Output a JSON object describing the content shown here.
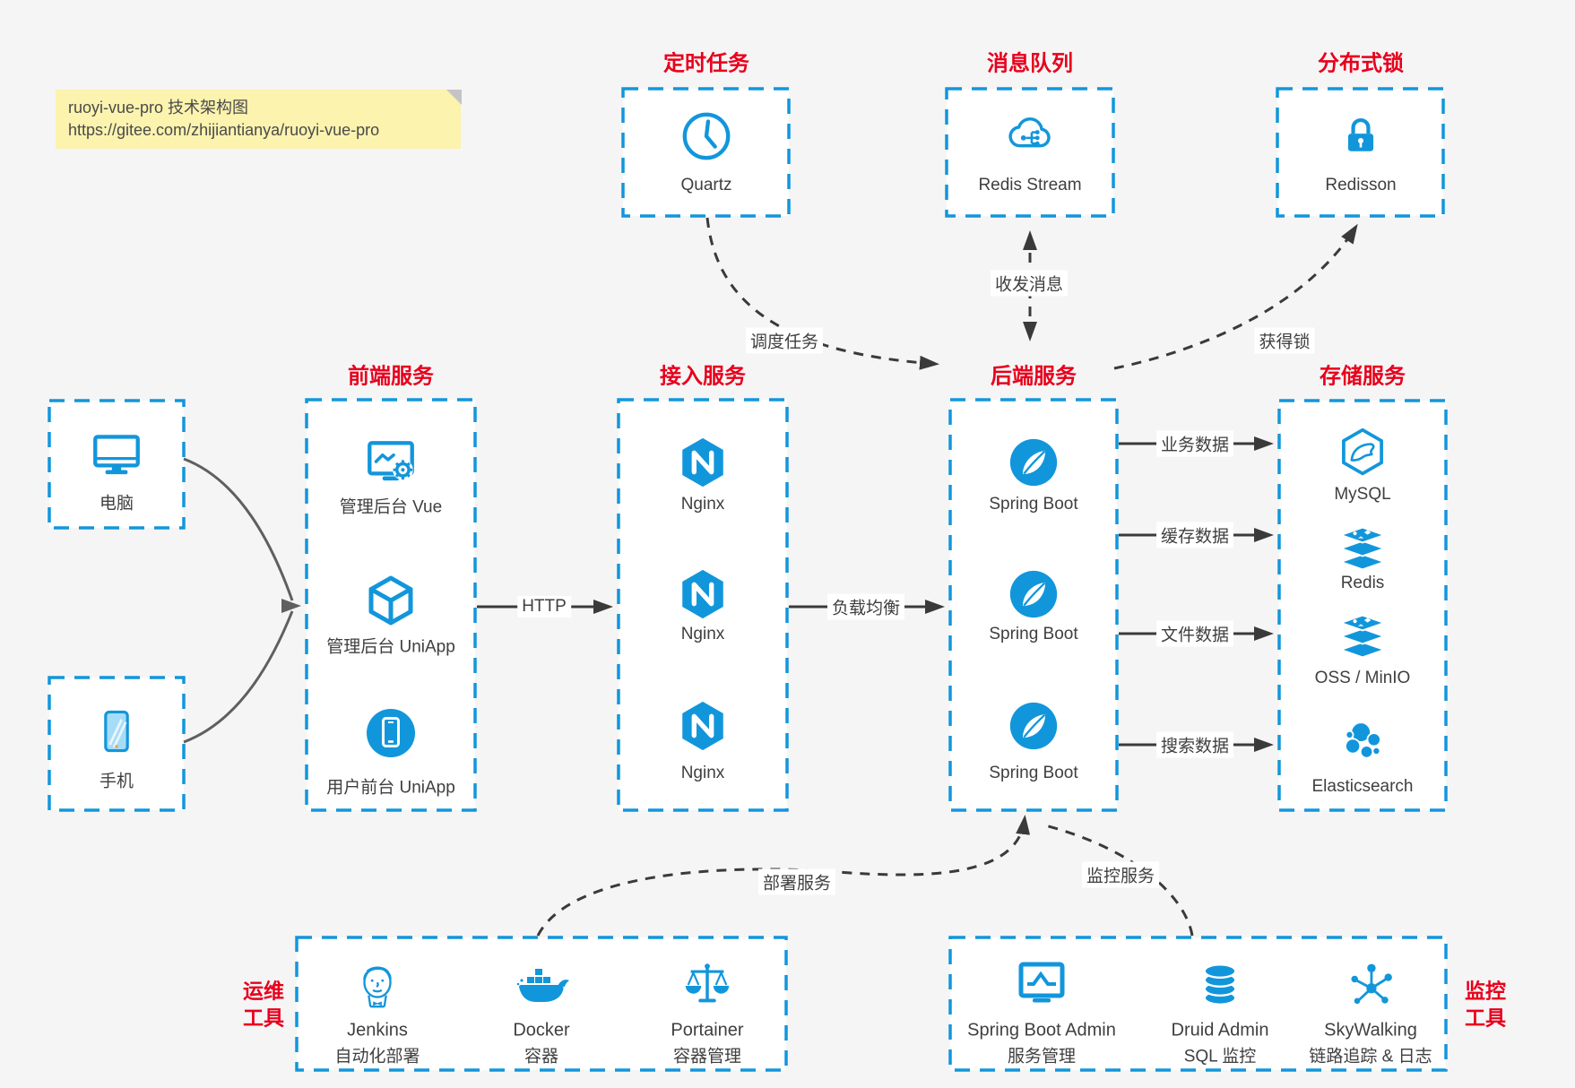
{
  "colors": {
    "accent_blue": "#1296db",
    "title_red": "#e8001c",
    "arrow_dark": "#3a3a3a",
    "client_arrow_gray": "#666666",
    "note_bg": "#fbf3ae",
    "canvas_bg": "#f5f5f6",
    "box_bg": "#ffffff",
    "label_text": "#3f3f3f"
  },
  "note": {
    "line1": "ruoyi-vue-pro 技术架构图",
    "line2": "https://gitee.com/zhijiantianya/ruoyi-vue-pro"
  },
  "titles": {
    "timer": "定时任务",
    "mq": "消息队列",
    "lock": "分布式锁",
    "frontend": "前端服务",
    "gateway": "接入服务",
    "backend": "后端服务",
    "storage": "存储服务"
  },
  "side_titles": {
    "ops": {
      "line1": "运维",
      "line2": "工具"
    },
    "monitoring": {
      "line1": "监控",
      "line2": "工具"
    }
  },
  "nodes": {
    "quartz": "Quartz",
    "redis_stream": "Redis Stream",
    "redisson": "Redisson",
    "pc": "电脑",
    "phone": "手机",
    "frontend_items": [
      "管理后台 Vue",
      "管理后台 UniApp",
      "用户前台 UniApp"
    ],
    "gateway_items": [
      "Nginx",
      "Nginx",
      "Nginx"
    ],
    "backend_items": [
      "Spring Boot",
      "Spring Boot",
      "Spring Boot"
    ],
    "storage_items": [
      "MySQL",
      "Redis",
      "OSS / MinIO",
      "Elasticsearch"
    ],
    "ops_items": [
      {
        "name": "Jenkins",
        "desc": "自动化部署"
      },
      {
        "name": "Docker",
        "desc": "容器"
      },
      {
        "name": "Portainer",
        "desc": "容器管理"
      }
    ],
    "monitoring_items": [
      {
        "name": "Spring Boot Admin",
        "desc": "服务管理"
      },
      {
        "name": "Druid Admin",
        "desc": "SQL 监控"
      },
      {
        "name": "SkyWalking",
        "desc": "链路追踪 & 日志"
      }
    ]
  },
  "edges": {
    "http": "HTTP",
    "load_balance": "负载均衡",
    "schedule": "调度任务",
    "messaging": "收发消息",
    "acquire_lock": "获得锁",
    "business_data": "业务数据",
    "cache_data": "缓存数据",
    "file_data": "文件数据",
    "search_data": "搜索数据",
    "deploy": "部署服务",
    "monitor": "监控服务"
  }
}
